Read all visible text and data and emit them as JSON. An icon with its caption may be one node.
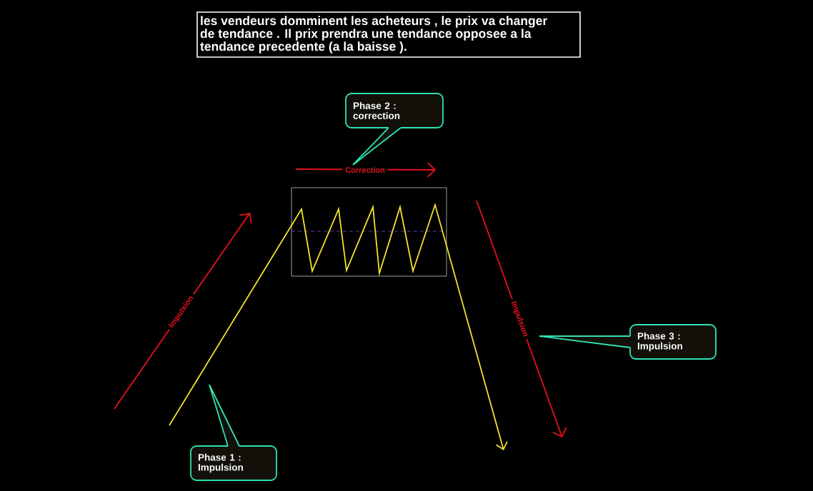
{
  "diagram": {
    "nodes": [
      {
        "text": [
          "les vendeurs  domminent les acheteurs  , le prix va changer de tendance . Il prix prendra une tendance opposee a la tendance precedente (a la baisse )."
        ]
      },
      {
        "text": [
          "Phase 2 : correction"
        ]
      },
      {
        "text": [
          "Phase 3 : Impulsion"
        ]
      },
      {
        "text": [
          "Phase 1 : Impulsion"
        ]
      }
    ],
    "labels": [
      "Correction",
      "Impulsion",
      "Impulsion"
    ]
  }
}
